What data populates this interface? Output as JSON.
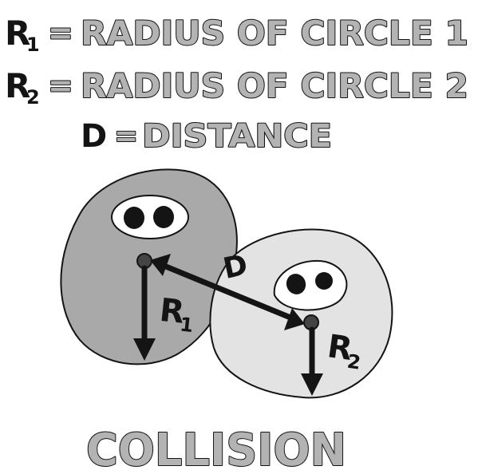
{
  "definitions": [
    {
      "symbol": "R",
      "subscript": "1",
      "equals": "=",
      "text": "RADIUS OF CIRCLE 1"
    },
    {
      "symbol": "R",
      "subscript": "2",
      "equals": "=",
      "text": "RADIUS OF CIRCLE 2"
    },
    {
      "symbol": "D",
      "subscript": "",
      "equals": "=",
      "text": "DISTANCE"
    }
  ],
  "labels": {
    "r1_symbol": "R",
    "r1_subscript": "1",
    "r2_symbol": "R",
    "r2_subscript": "2",
    "distance": "D"
  },
  "caption": "COLLISION",
  "colors": {
    "ink": "#141414",
    "letter_fill": "#b3b3b3",
    "circle1_fill": "#a9a9a9",
    "circle2_fill": "#e3e3e3",
    "eye_white": "#ffffff"
  }
}
